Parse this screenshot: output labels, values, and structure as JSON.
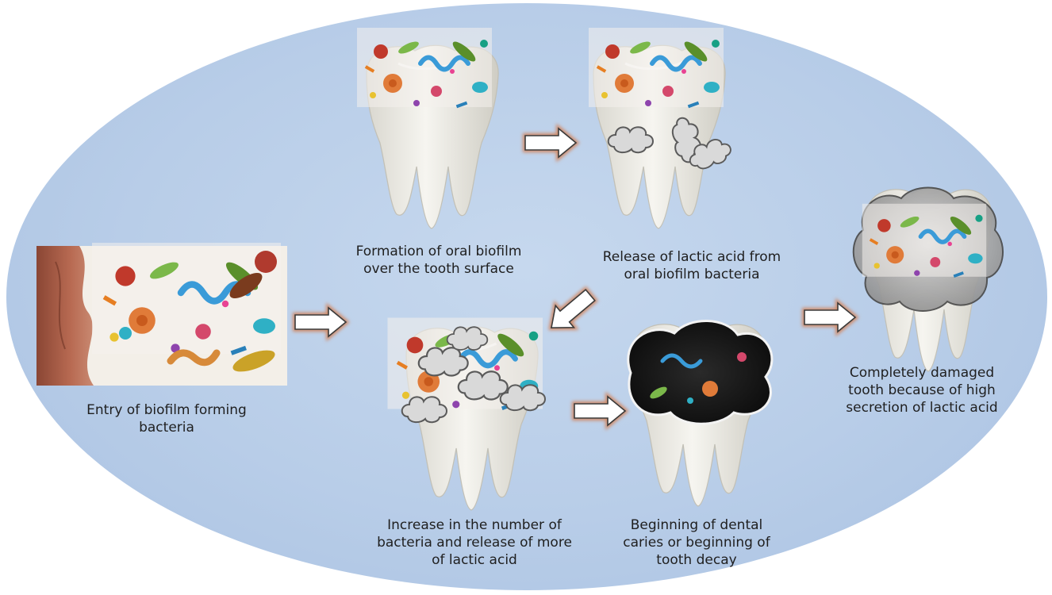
{
  "diagram": {
    "steps": [
      {
        "id": "entry",
        "caption": "Entry of biofilm forming\nbacteria"
      },
      {
        "id": "formation",
        "caption": "Formation of oral biofilm\nover the tooth surface"
      },
      {
        "id": "release",
        "caption": "Release of lactic acid from\noral biofilm bacteria"
      },
      {
        "id": "increase",
        "caption": "Increase in the number of\nbacteria and release of more\nof lactic acid"
      },
      {
        "id": "caries",
        "caption": "Beginning of dental\ncaries or beginning of\ntooth decay"
      },
      {
        "id": "damaged",
        "caption": "Completely damaged\ntooth because of high\nsecretion of lactic acid"
      }
    ],
    "colors": {
      "background": "#b9cee8",
      "tooth": "#ecebe4",
      "arrow_fill": "#ffffff",
      "arrow_glow": "#d08a68",
      "acid_cloud": "#d9d9d9",
      "gum": "#a85a44"
    }
  }
}
